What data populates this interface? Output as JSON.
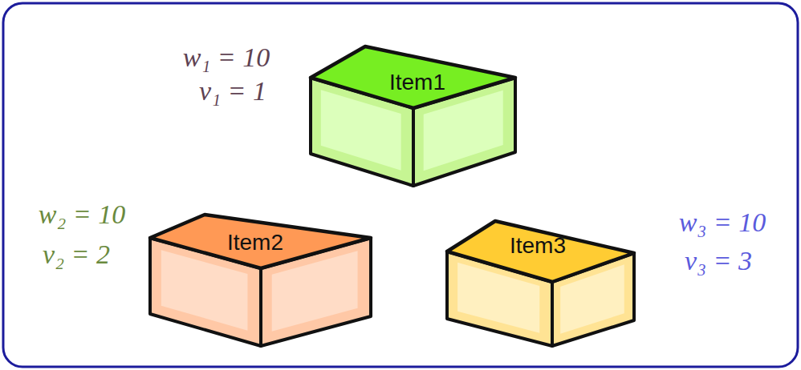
{
  "diagram": {
    "nodes": [
      {
        "text": [
          "Item1"
        ]
      },
      {
        "text": [
          "Item2"
        ]
      },
      {
        "text": [
          "Item3"
        ]
      }
    ],
    "labels": [
      "w₁ = 10",
      "v₁ = 1",
      "w₂ = 10",
      "v₂ = 2",
      "w₃ = 10",
      "v₃ = 3"
    ]
  }
}
